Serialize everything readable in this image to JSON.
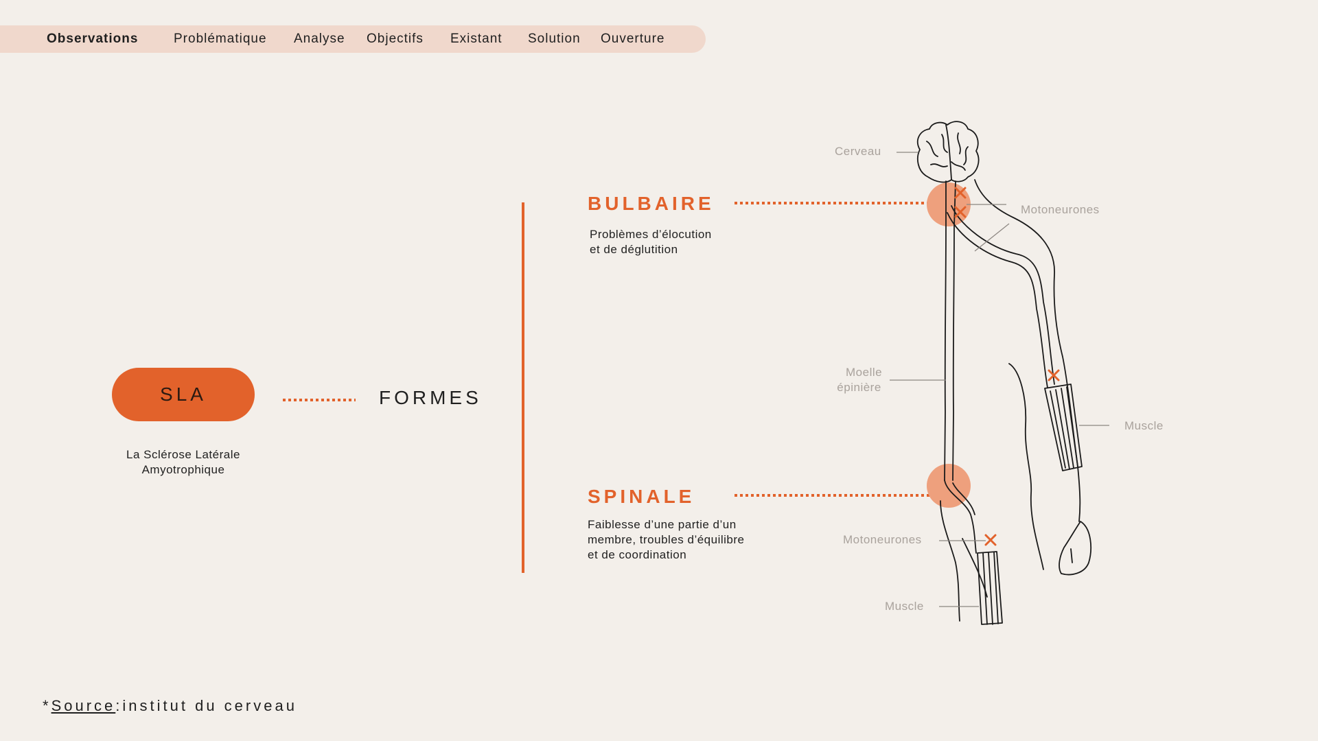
{
  "nav": {
    "items": [
      "Observations",
      "Problématique",
      "Analyse",
      "Objectifs",
      "Existant",
      "Solution",
      "Ouverture"
    ],
    "active": "Observations"
  },
  "sla": {
    "label": "SLA",
    "subtitle_line1": "La Sclérose Latérale",
    "subtitle_line2": "Amyotrophique"
  },
  "formes_label": "FORMES",
  "forms": {
    "bulbaire": {
      "title": "BULBAIRE",
      "desc_line1": "Problèmes d’élocution",
      "desc_line2": "et de déglutition"
    },
    "spinale": {
      "title": "SPINALE",
      "desc_line1": "Faiblesse d’une partie d’un",
      "desc_line2": "membre, troubles d’équilibre",
      "desc_line3": "et de coordination"
    }
  },
  "anatomy": {
    "cerveau": "Cerveau",
    "motoneurones_top": "Motoneurones",
    "moelle_line1": "Moelle",
    "moelle_line2": "épinière",
    "muscle_right": "Muscle",
    "motoneurones_bottom": "Motoneurones",
    "muscle_bottom": "Muscle"
  },
  "source": {
    "prefix": "*",
    "label": "Source",
    "text": ":institut du cerveau"
  },
  "colors": {
    "accent": "#e2622b",
    "accent_soft": "#eea07d",
    "nav_bg": "#f0d8cc",
    "background": "#f3efea",
    "label_grey": "#a9a29c"
  }
}
